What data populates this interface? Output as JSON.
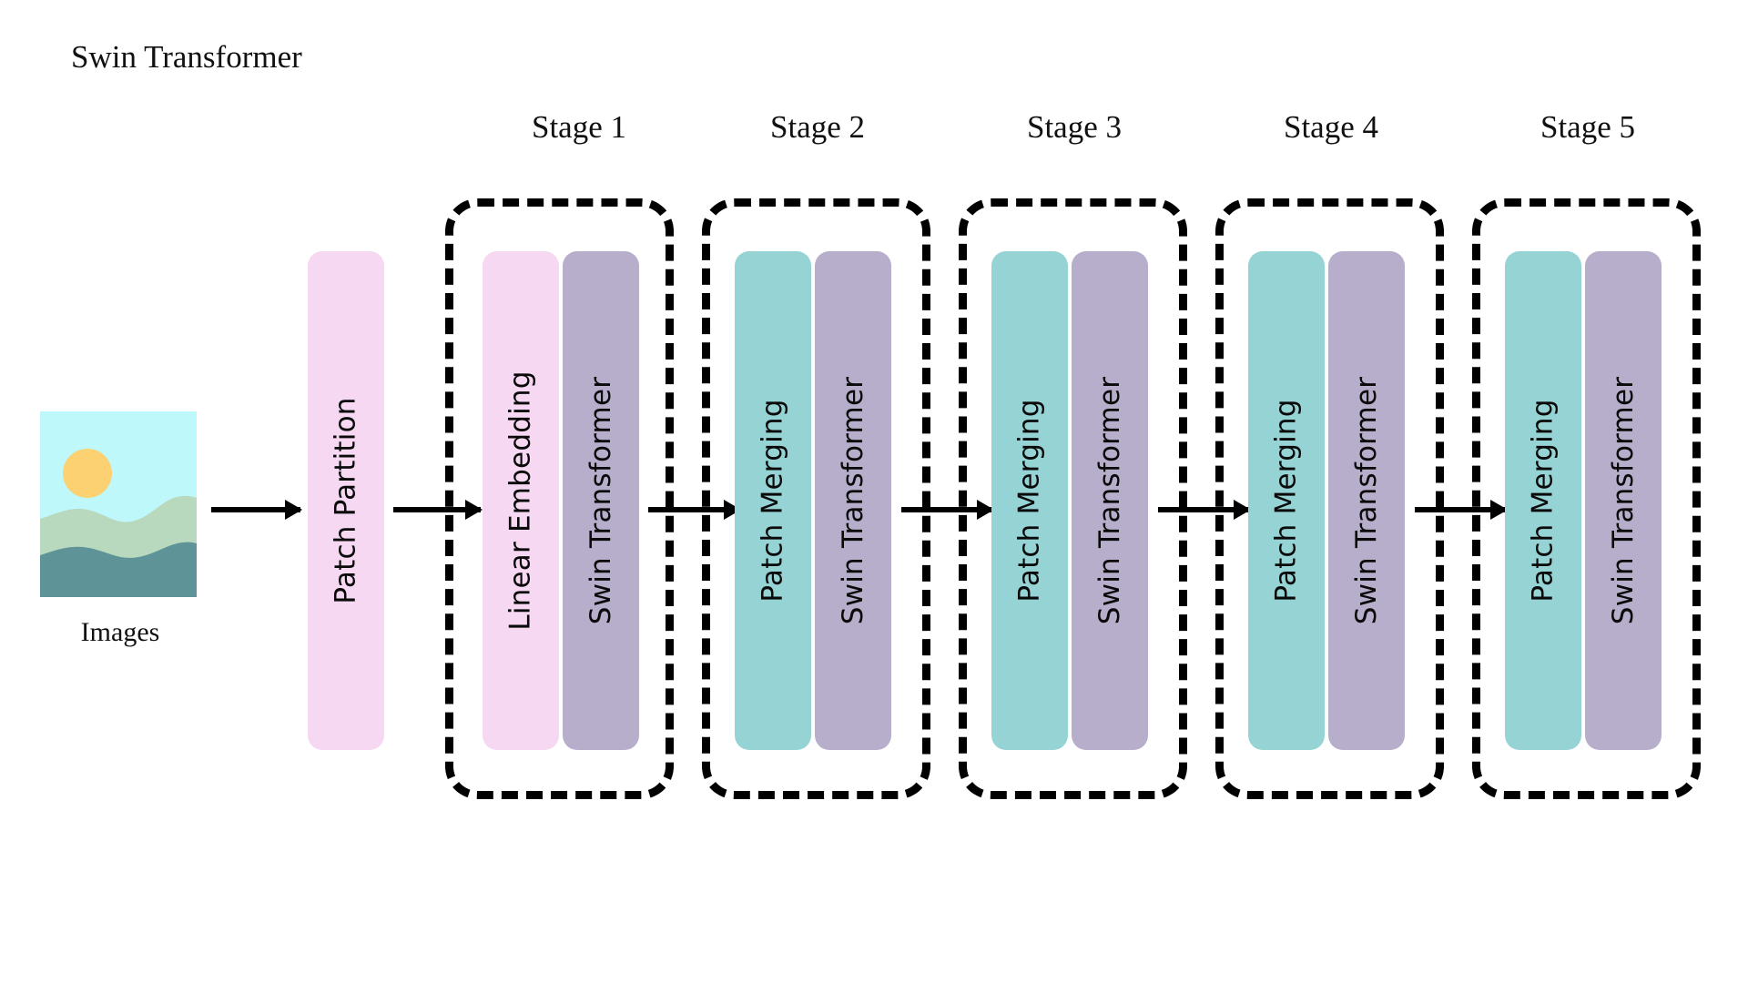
{
  "title": "Swin Transformer",
  "input": {
    "caption": "Images",
    "thumbnail_icon": "landscape-sun-hills-image",
    "colors": {
      "sky": "#BEF8FA",
      "sun": "#FCD171",
      "hill_light": "#B9D9BE",
      "hill_dark": "#5E9497"
    }
  },
  "palette": {
    "pink": "#F6D8F2",
    "teal": "#96D3D4",
    "purple": "#B6AECB",
    "outline": "#000000",
    "background": "#FFFFFF"
  },
  "preprocess": {
    "label": "Patch Partition",
    "color": "#F6D8F2"
  },
  "stages": [
    {
      "caption": "Stage 1",
      "blocks": [
        {
          "label": "Linear Embedding",
          "color": "#F6D8F2"
        },
        {
          "label": "Swin Transformer",
          "color": "#B6AECB"
        }
      ]
    },
    {
      "caption": "Stage 2",
      "blocks": [
        {
          "label": "Patch Merging",
          "color": "#96D3D4"
        },
        {
          "label": "Swin Transformer",
          "color": "#B6AECB"
        }
      ]
    },
    {
      "caption": "Stage 3",
      "blocks": [
        {
          "label": "Patch Merging",
          "color": "#96D3D4"
        },
        {
          "label": "Swin Transformer",
          "color": "#B6AECB"
        }
      ]
    },
    {
      "caption": "Stage 4",
      "blocks": [
        {
          "label": "Patch Merging",
          "color": "#96D3D4"
        },
        {
          "label": "Swin Transformer",
          "color": "#B6AECB"
        }
      ]
    },
    {
      "caption": "Stage 5",
      "blocks": [
        {
          "label": "Patch Merging",
          "color": "#96D3D4"
        },
        {
          "label": "Swin Transformer",
          "color": "#B6AECB"
        }
      ]
    }
  ],
  "arrows": [
    {
      "name": "arrow-images-to-patch-partition"
    },
    {
      "name": "arrow-patch-partition-to-stage-1"
    },
    {
      "name": "arrow-stage-1-to-stage-2"
    },
    {
      "name": "arrow-stage-2-to-stage-3"
    },
    {
      "name": "arrow-stage-3-to-stage-4"
    },
    {
      "name": "arrow-stage-4-to-stage-5"
    }
  ]
}
